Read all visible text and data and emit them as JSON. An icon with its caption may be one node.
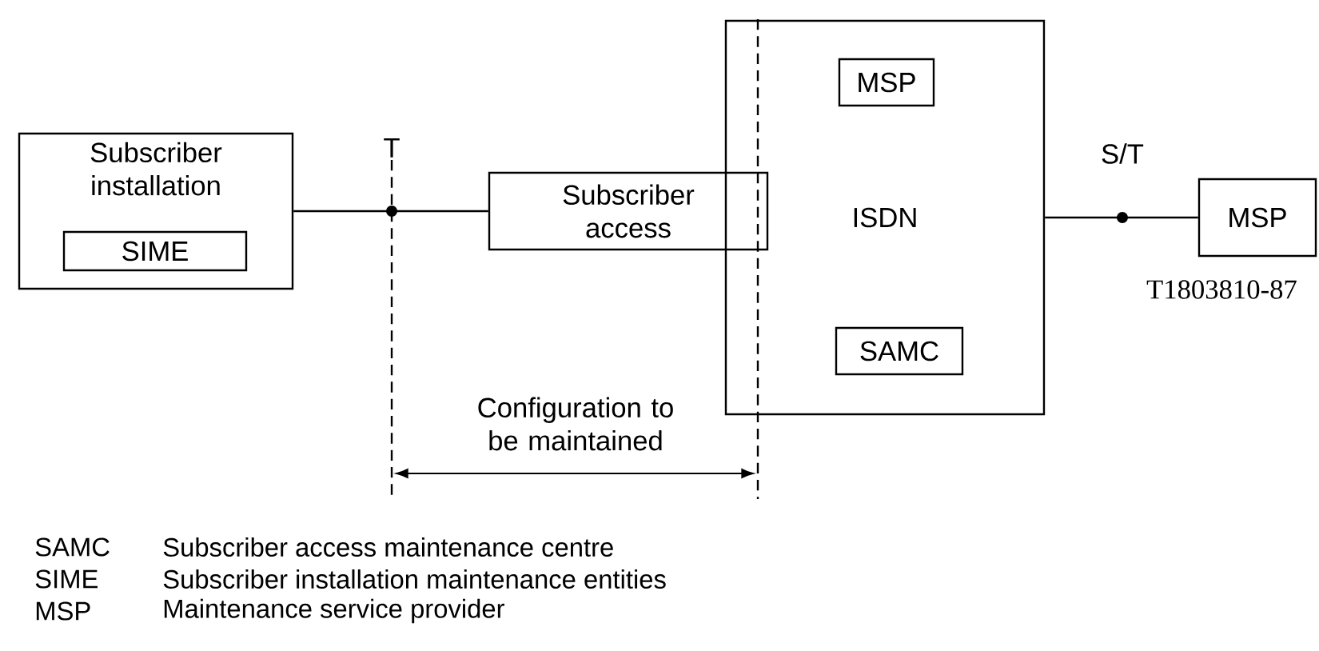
{
  "diagram": {
    "nodes": [
      {
        "text": [
          "Subscriber installation"
        ]
      },
      {
        "text": [
          "SIME"
        ],
        "in": 0
      },
      {
        "text": [
          "Subscriber access"
        ]
      },
      {
        "text": [
          "ISDN"
        ]
      },
      {
        "text": [
          "MSP"
        ],
        "in": 3
      },
      {
        "text": [
          "SAMC"
        ],
        "in": 3
      },
      {
        "text": [
          "MSP"
        ]
      }
    ],
    "edges": [
      {
        "from": 0,
        "to": 2,
        "arrow": "none"
      },
      {
        "from": 3,
        "to": 6,
        "arrow": "none"
      }
    ],
    "labels": [
      "T",
      "S/T",
      "T1803810-87",
      "Configuration to be maintained",
      "SAMC",
      "Subscriber access maintenance centre",
      "SIME",
      "Subscriber installation maintenance entities",
      "MSP",
      "Maintenance service provider"
    ]
  }
}
